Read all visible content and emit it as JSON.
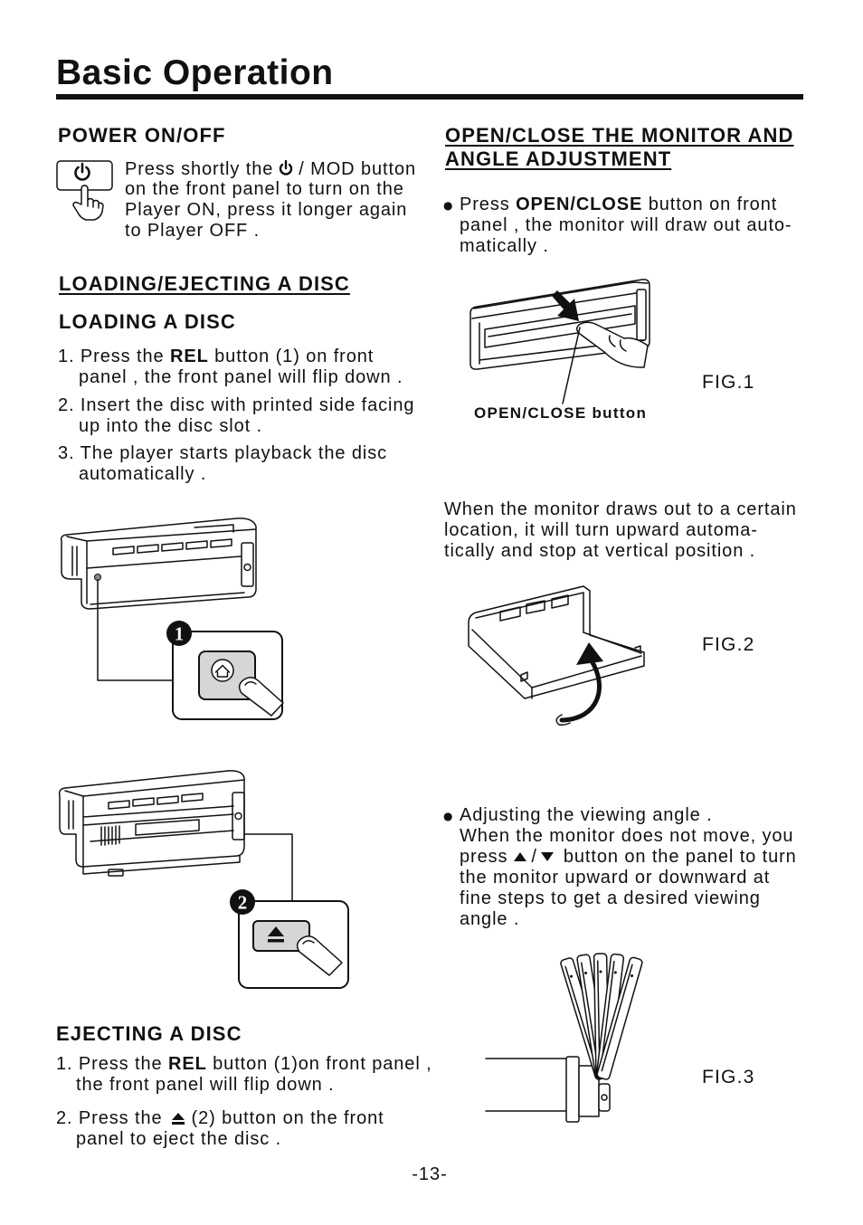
{
  "page_title": "Basic Operation",
  "power_on_off": {
    "heading": "POWER ON/OFF",
    "line1_before": "Press shortly the",
    "line1_after": "/ MOD button",
    "lines": [
      "on the front panel to turn on the",
      "Player ON, press it longer again",
      "to Player OFF ."
    ]
  },
  "loading_ejecting": {
    "heading": "LOADING/EJECTING A DISC",
    "loading": {
      "heading": "LOADING A DISC",
      "steps": [
        {
          "before": "1. Press the ",
          "bold": "REL",
          "after": " button (1) on front",
          "cont": "panel , the front panel will flip down ."
        },
        {
          "text": "2. Insert the disc with printed side facing",
          "cont": "up into the disc slot ."
        },
        {
          "text": "3. The player starts playback the disc",
          "cont": "automatically ."
        }
      ]
    },
    "callouts": [
      "1",
      "2"
    ],
    "ejecting": {
      "heading": "EJECTING A DISC",
      "steps": [
        {
          "before": "1. Press the ",
          "bold": "REL",
          "after": " button (1)on front panel ,",
          "cont": "the front panel will flip down ."
        },
        {
          "before": "2. Press the",
          "after": "(2) button on the front",
          "cont": "panel to eject the disc ."
        }
      ]
    }
  },
  "monitor": {
    "heading": [
      "OPEN/CLOSE THE MONITOR AND",
      "ANGLE ADJUSTMENT"
    ],
    "open_close": {
      "bullet": "●",
      "before": "Press ",
      "bold": "OPEN/CLOSE",
      "after": " button on front",
      "lines": [
        "panel , the monitor will draw out auto-",
        "matically ."
      ]
    },
    "fig1": {
      "label": "OPEN/CLOSE button",
      "caption": "FIG.1"
    },
    "draw_out_text": [
      "When the monitor draws out to a certain",
      "location, it will turn upward automa-",
      "tically and stop at vertical position ."
    ],
    "fig2": {
      "caption": "FIG.2"
    },
    "angle": {
      "bullet": "●",
      "lines_before": [
        "Adjusting the viewing angle .",
        "When the monitor does not move, you"
      ],
      "press": "press",
      "slash": "/",
      "press_after": "button on the panel to turn",
      "lines_after": [
        "the monitor upward or downward at",
        "fine steps to get a desired viewing",
        "angle ."
      ]
    },
    "fig3": {
      "caption": "FIG.3"
    }
  },
  "page_number": "-13-"
}
